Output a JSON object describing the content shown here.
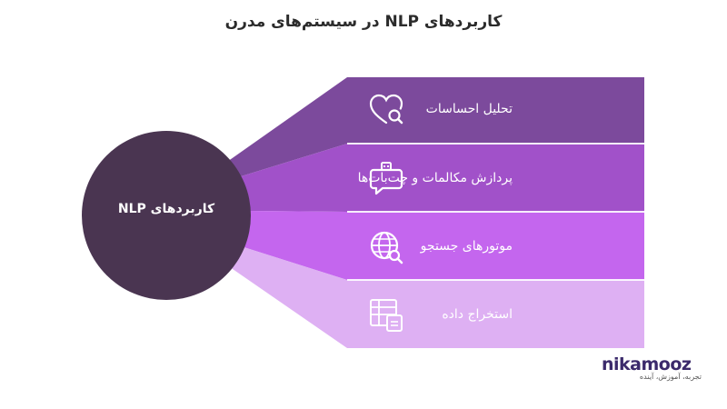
{
  "title": "کاربردهای NLP در سیستم‌های مدرن",
  "hub": {
    "label": "کاربردهای NLP",
    "color": "#4a3551"
  },
  "bands": [
    {
      "label": "تحلیل احساسات",
      "icon": "heart-search-icon",
      "color": "#7c4a9c"
    },
    {
      "label": "پردازش مکالمات و چت‌بات‌ها",
      "icon": "chatbot-icon",
      "color": "#a151c9"
    },
    {
      "label": "موتورهای جستجو",
      "icon": "globe-search-icon",
      "color": "#c466ee"
    },
    {
      "label": "استخراج داده",
      "icon": "table-document-icon",
      "color": "#deb0f3"
    }
  ],
  "logo": {
    "name": "nikamooz",
    "tagline": "تجربه، آموزش، آینده"
  }
}
